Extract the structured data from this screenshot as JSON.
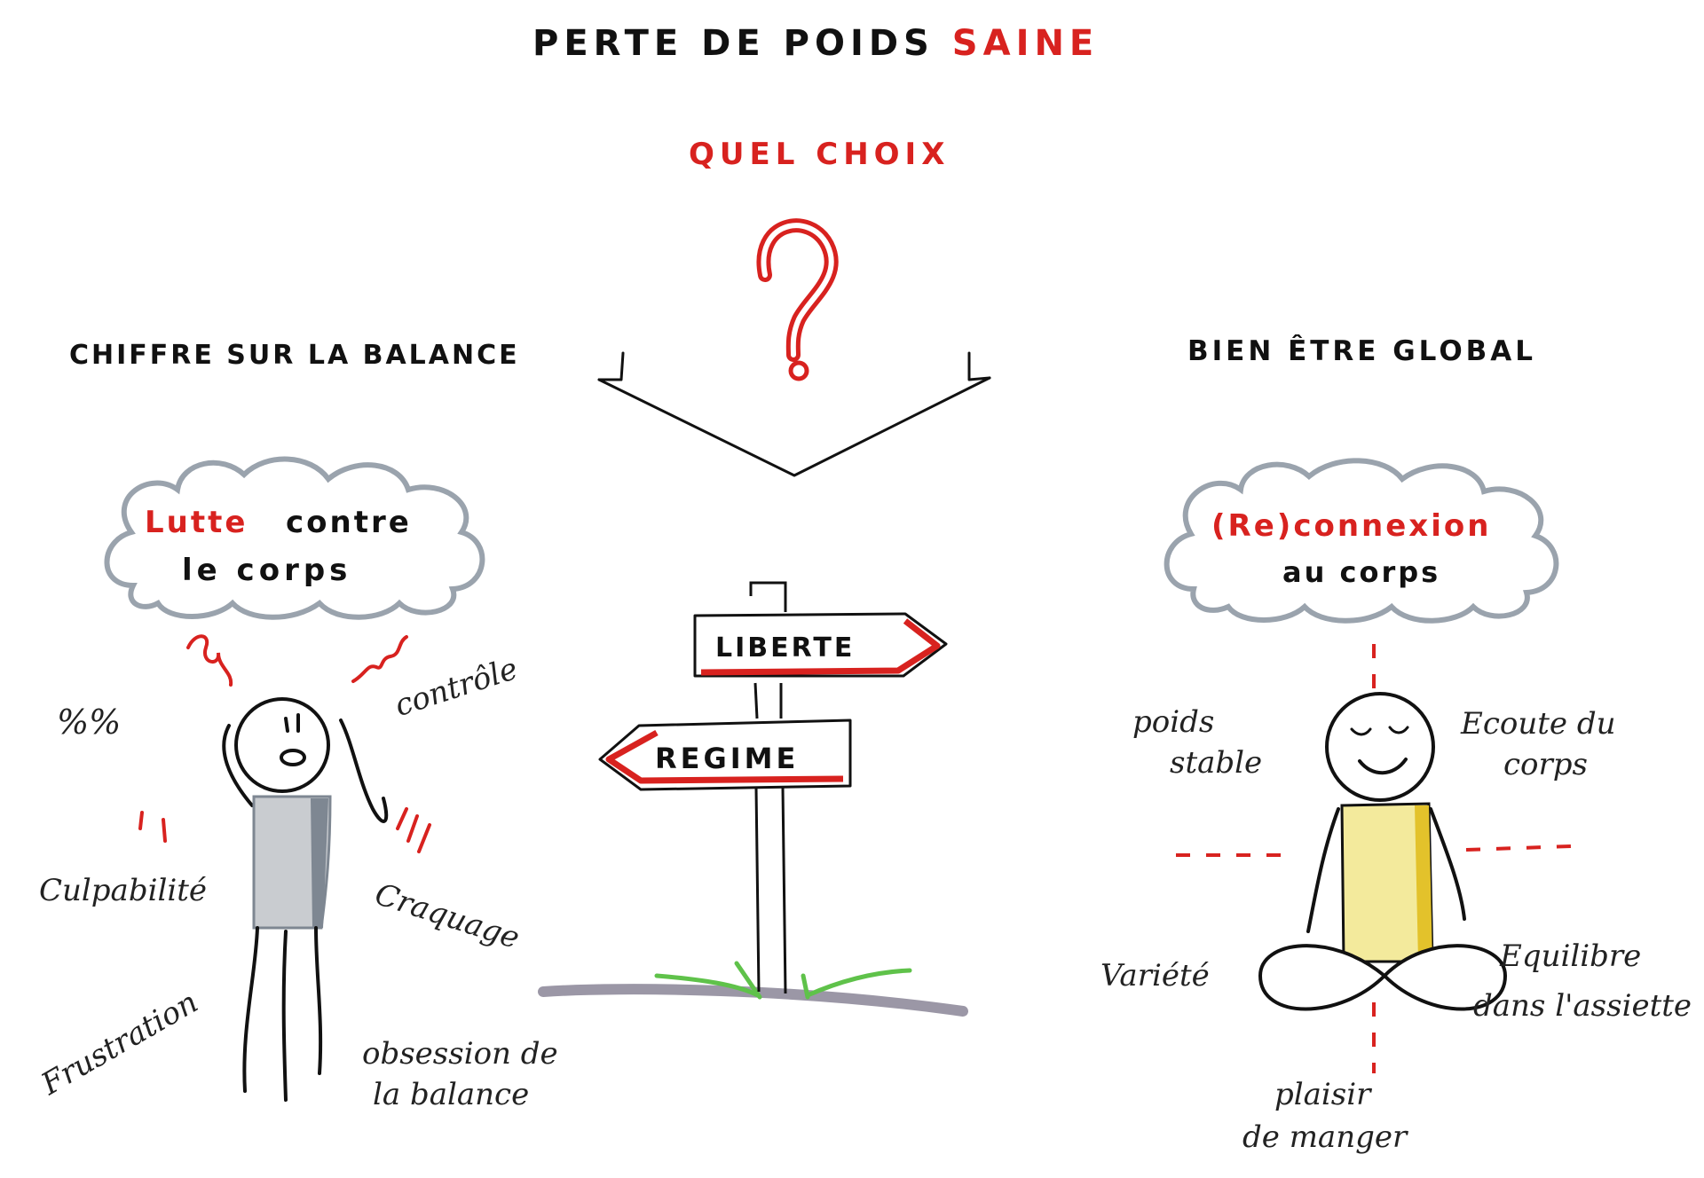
{
  "title": {
    "part1": "Perte de poids",
    "part2": "saine"
  },
  "question": {
    "label": "Quel choix",
    "mark": "?"
  },
  "left": {
    "heading": "Chiffre sur la balance",
    "cloud": {
      "line1_red": "Lutte",
      "line1_rest": "contre",
      "line2": "le corps"
    },
    "notes": {
      "percent": "%%",
      "controle": "contrôle",
      "culpabilite": "Culpabilité",
      "craquage": "Craquage",
      "frustration": "Frustration",
      "obsession_line1": "obsession de",
      "obsession_line2": "la balance"
    }
  },
  "signpost": {
    "right_arrow": "LIBERTE",
    "left_arrow": "REGIME"
  },
  "right": {
    "heading": "Bien être global",
    "cloud": {
      "line1": "(Re)connexion",
      "line2": "au corps"
    },
    "notes": {
      "poids_line1": "poids",
      "poids_line2": "stable",
      "ecoute_line1": "Ecoute du",
      "ecoute_line2": "corps",
      "variete": "Variété",
      "equilibre_line1": "Equilibre",
      "equilibre_line2": "dans l'assiette",
      "plaisir_line1": "plaisir",
      "plaisir_line2": "de manger"
    }
  },
  "colors": {
    "accent_red": "#d8221f",
    "ink": "#111111",
    "cloud_gray": "#9aa3ad",
    "shirt_gray": "#c9ccd0",
    "shirt_yellow": "#f3ea9c",
    "grass_green": "#5fc24a",
    "ground_gray": "#9b97a6"
  }
}
